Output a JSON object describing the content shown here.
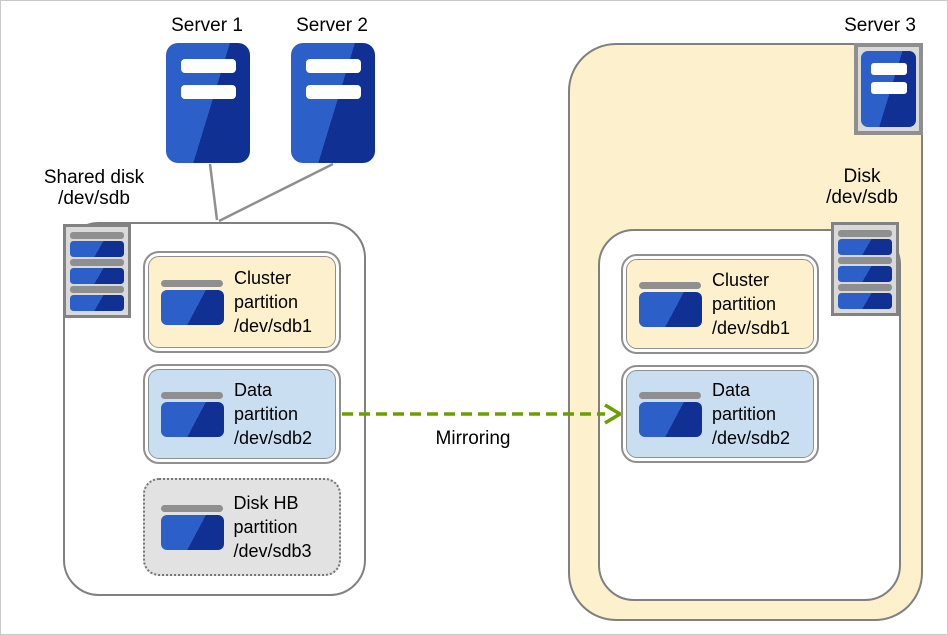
{
  "servers": [
    {
      "label": "Server 1"
    },
    {
      "label": "Server 2"
    },
    {
      "label": "Server 3"
    }
  ],
  "left_group": {
    "disk_label": "Shared disk\n/dev/sdb",
    "partitions": [
      {
        "label": "Cluster\npartition\n/dev/sdb1"
      },
      {
        "label": "Data\npartition\n/dev/sdb2"
      },
      {
        "label": "Disk HB\npartition\n/dev/sdb3"
      }
    ]
  },
  "right_group": {
    "disk_label": "Disk\n/dev/sdb",
    "partitions": [
      {
        "label": "Cluster\npartition\n/dev/sdb1"
      },
      {
        "label": "Data\npartition\n/dev/sdb2"
      }
    ]
  },
  "arrow": {
    "label": "Mirroring"
  },
  "colors": {
    "server_blue_light": "#2d5fc8",
    "server_blue_dark": "#103193",
    "container_border": "#808080",
    "cluster_partition_fill": "#fcf0cd",
    "data_partition_fill": "#cadef2",
    "diskhb_partition_fill": "#e2e2e2",
    "icon_frame_fill": "#d9d9d9",
    "mirroring_arrow_green": "#69a000"
  }
}
